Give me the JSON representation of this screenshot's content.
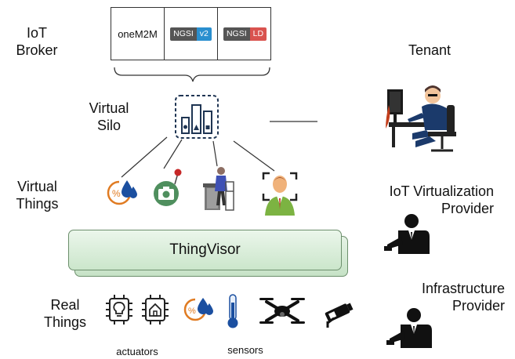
{
  "labels": {
    "iot_broker": [
      "IoT",
      "Broker"
    ],
    "virtual_silo": [
      "Virtual",
      "Silo"
    ],
    "virtual_things": [
      "Virtual",
      "Things"
    ],
    "real_things": [
      "Real",
      "Things"
    ],
    "tenant": "Tenant",
    "iot_virtualization_provider": [
      "IoT Virtualization",
      "Provider"
    ],
    "infrastructure_provider": [
      "Infrastructure",
      "Provider"
    ],
    "thingvisor": "ThingVisor",
    "actuators": "actuators",
    "sensors": "sensors"
  },
  "broker": {
    "onem2m": "oneM2M",
    "ngsi_v2": {
      "left": "NGSI",
      "right": "v2",
      "right_color": "#2a8fcf"
    },
    "ngsi_ld": {
      "left": "NGSI",
      "right": "LD",
      "right_color": "#d9534f"
    }
  },
  "colors": {
    "thingvisor_fill": "#d3ead3",
    "thingvisor_border": "#6c8f6c",
    "icon_orange": "#e07b22",
    "icon_blue": "#1b4fa0",
    "icon_green": "#4f8f5e"
  }
}
